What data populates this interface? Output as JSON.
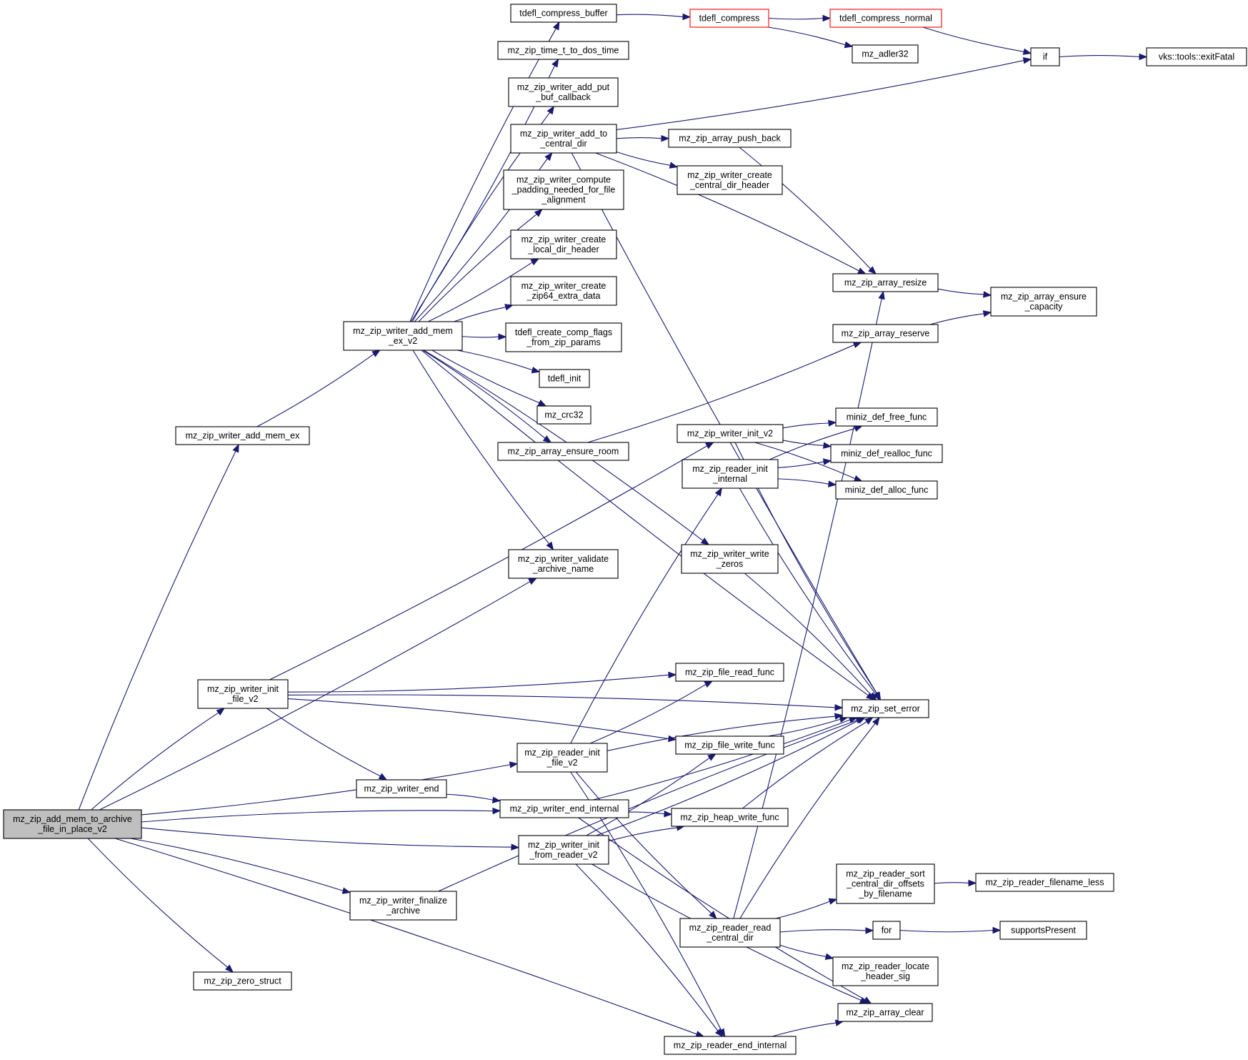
{
  "nodes": [
    {
      "id": "root",
      "lines": [
        "mz_zip_add_mem_to_archive",
        "_file_in_place_v2"
      ],
      "root": true
    },
    {
      "id": "add_mem_ex",
      "lines": [
        "mz_zip_writer_add_mem_ex"
      ]
    },
    {
      "id": "add_mem_ex_v2",
      "lines": [
        "mz_zip_writer_add_mem",
        "_ex_v2"
      ]
    },
    {
      "id": "tcb",
      "lines": [
        "tdefl_compress_buffer"
      ]
    },
    {
      "id": "ttd",
      "lines": [
        "mz_zip_time_t_to_dos_time"
      ]
    },
    {
      "id": "wapbc",
      "lines": [
        "mz_zip_writer_add_put",
        "_buf_callback"
      ]
    },
    {
      "id": "watcd",
      "lines": [
        "mz_zip_writer_add_to",
        "_central_dir"
      ]
    },
    {
      "id": "wcpn",
      "lines": [
        "mz_zip_writer_compute",
        "_padding_needed_for_file",
        "_alignment"
      ]
    },
    {
      "id": "wcldh",
      "lines": [
        "mz_zip_writer_create",
        "_local_dir_header"
      ]
    },
    {
      "id": "wcz64",
      "lines": [
        "mz_zip_writer_create",
        "_zip64_extra_data"
      ]
    },
    {
      "id": "tccf",
      "lines": [
        "tdefl_create_comp_flags",
        "_from_zip_params"
      ]
    },
    {
      "id": "tinit",
      "lines": [
        "tdefl_init"
      ]
    },
    {
      "id": "crc32",
      "lines": [
        "mz_crc32"
      ]
    },
    {
      "id": "aer",
      "lines": [
        "mz_zip_array_ensure_room"
      ]
    },
    {
      "id": "wvan",
      "lines": [
        "mz_zip_writer_validate",
        "_archive_name"
      ]
    },
    {
      "id": "tcomp",
      "lines": [
        "tdefl_compress"
      ],
      "truncated": true
    },
    {
      "id": "tcn",
      "lines": [
        "tdefl_compress_normal"
      ],
      "truncated": true
    },
    {
      "id": "adler",
      "lines": [
        "mz_adler32"
      ]
    },
    {
      "id": "if",
      "lines": [
        "if"
      ]
    },
    {
      "id": "exitf",
      "lines": [
        "vks::tools::exitFatal"
      ]
    },
    {
      "id": "apb",
      "lines": [
        "mz_zip_array_push_back"
      ]
    },
    {
      "id": "wccdh",
      "lines": [
        "mz_zip_writer_create",
        "_central_dir_header"
      ]
    },
    {
      "id": "ares",
      "lines": [
        "mz_zip_array_resize"
      ]
    },
    {
      "id": "aec",
      "lines": [
        "mz_zip_array_ensure",
        "_capacity"
      ]
    },
    {
      "id": "arsv",
      "lines": [
        "mz_zip_array_reserve"
      ]
    },
    {
      "id": "winitv2",
      "lines": [
        "mz_zip_writer_init_v2"
      ]
    },
    {
      "id": "rii",
      "lines": [
        "mz_zip_reader_init",
        "_internal"
      ]
    },
    {
      "id": "dfree",
      "lines": [
        "miniz_def_free_func"
      ]
    },
    {
      "id": "drealloc",
      "lines": [
        "miniz_def_realloc_func"
      ]
    },
    {
      "id": "dalloc",
      "lines": [
        "miniz_def_alloc_func"
      ]
    },
    {
      "id": "wwz",
      "lines": [
        "mz_zip_writer_write",
        "_zeros"
      ]
    },
    {
      "id": "wifv2",
      "lines": [
        "mz_zip_writer_init",
        "_file_v2"
      ]
    },
    {
      "id": "frf",
      "lines": [
        "mz_zip_file_read_func"
      ]
    },
    {
      "id": "seterr",
      "lines": [
        "mz_zip_set_error"
      ]
    },
    {
      "id": "fwf",
      "lines": [
        "mz_zip_file_write_func"
      ]
    },
    {
      "id": "rifv2",
      "lines": [
        "mz_zip_reader_init",
        "_file_v2"
      ]
    },
    {
      "id": "wend",
      "lines": [
        "mz_zip_writer_end"
      ]
    },
    {
      "id": "wei",
      "lines": [
        "mz_zip_writer_end_internal"
      ]
    },
    {
      "id": "hwf",
      "lines": [
        "mz_zip_heap_write_func"
      ]
    },
    {
      "id": "wifrv2",
      "lines": [
        "mz_zip_writer_init",
        "_from_reader_v2"
      ]
    },
    {
      "id": "wfa",
      "lines": [
        "mz_zip_writer_finalize",
        "_archive"
      ]
    },
    {
      "id": "rsort",
      "lines": [
        "mz_zip_reader_sort",
        "_central_dir_offsets",
        "_by_filename"
      ]
    },
    {
      "id": "rfnl",
      "lines": [
        "mz_zip_reader_filename_less"
      ]
    },
    {
      "id": "for",
      "lines": [
        "for"
      ]
    },
    {
      "id": "supp",
      "lines": [
        "supportsPresent"
      ]
    },
    {
      "id": "rrcd",
      "lines": [
        "mz_zip_reader_read",
        "_central_dir"
      ]
    },
    {
      "id": "rlhs",
      "lines": [
        "mz_zip_reader_locate",
        "_header_sig"
      ]
    },
    {
      "id": "zstruct",
      "lines": [
        "mz_zip_zero_struct"
      ]
    },
    {
      "id": "aclear",
      "lines": [
        "mz_zip_array_clear"
      ]
    },
    {
      "id": "rei",
      "lines": [
        "mz_zip_reader_end_internal"
      ]
    }
  ],
  "edges": [
    [
      "root",
      "add_mem_ex"
    ],
    [
      "root",
      "wvan"
    ],
    [
      "root",
      "wifv2"
    ],
    [
      "root",
      "rifv2"
    ],
    [
      "root",
      "wei"
    ],
    [
      "root",
      "wifrv2"
    ],
    [
      "root",
      "wfa"
    ],
    [
      "root",
      "zstruct"
    ],
    [
      "root",
      "rei"
    ],
    [
      "add_mem_ex",
      "add_mem_ex_v2"
    ],
    [
      "add_mem_ex_v2",
      "tcb"
    ],
    [
      "add_mem_ex_v2",
      "ttd"
    ],
    [
      "add_mem_ex_v2",
      "wapbc"
    ],
    [
      "add_mem_ex_v2",
      "watcd"
    ],
    [
      "add_mem_ex_v2",
      "wcpn"
    ],
    [
      "add_mem_ex_v2",
      "wcldh"
    ],
    [
      "add_mem_ex_v2",
      "wcz64"
    ],
    [
      "add_mem_ex_v2",
      "tccf"
    ],
    [
      "add_mem_ex_v2",
      "tinit"
    ],
    [
      "add_mem_ex_v2",
      "crc32"
    ],
    [
      "add_mem_ex_v2",
      "aer"
    ],
    [
      "add_mem_ex_v2",
      "wvan"
    ],
    [
      "add_mem_ex_v2",
      "wwz"
    ],
    [
      "add_mem_ex_v2",
      "seterr"
    ],
    [
      "tcb",
      "tcomp"
    ],
    [
      "tcomp",
      "tcn"
    ],
    [
      "tcomp",
      "adler"
    ],
    [
      "tcn",
      "if"
    ],
    [
      "if",
      "exitf"
    ],
    [
      "watcd",
      "if"
    ],
    [
      "watcd",
      "apb"
    ],
    [
      "watcd",
      "wccdh"
    ],
    [
      "watcd",
      "ares"
    ],
    [
      "watcd",
      "seterr"
    ],
    [
      "apb",
      "ares"
    ],
    [
      "ares",
      "aec"
    ],
    [
      "arsv",
      "aec"
    ],
    [
      "aer",
      "arsv"
    ],
    [
      "winitv2",
      "dfree"
    ],
    [
      "winitv2",
      "drealloc"
    ],
    [
      "winitv2",
      "dalloc"
    ],
    [
      "winitv2",
      "seterr"
    ],
    [
      "rii",
      "dfree"
    ],
    [
      "rii",
      "drealloc"
    ],
    [
      "rii",
      "dalloc"
    ],
    [
      "rii",
      "seterr"
    ],
    [
      "wwz",
      "seterr"
    ],
    [
      "wifv2",
      "winitv2"
    ],
    [
      "wifv2",
      "seterr"
    ],
    [
      "wifv2",
      "frf"
    ],
    [
      "wifv2",
      "fwf"
    ],
    [
      "wifv2",
      "wend"
    ],
    [
      "rifv2",
      "rii"
    ],
    [
      "rifv2",
      "frf"
    ],
    [
      "rifv2",
      "seterr"
    ],
    [
      "rifv2",
      "rrcd"
    ],
    [
      "rifv2",
      "rei"
    ],
    [
      "fwf",
      "seterr"
    ],
    [
      "wend",
      "wei"
    ],
    [
      "wei",
      "seterr"
    ],
    [
      "wei",
      "hwf"
    ],
    [
      "wei",
      "aclear"
    ],
    [
      "hwf",
      "seterr"
    ],
    [
      "wifrv2",
      "fwf"
    ],
    [
      "wifrv2",
      "hwf"
    ],
    [
      "wifrv2",
      "seterr"
    ],
    [
      "wifrv2",
      "rei"
    ],
    [
      "wifrv2",
      "aclear"
    ],
    [
      "wfa",
      "seterr"
    ],
    [
      "rrcd",
      "ares"
    ],
    [
      "rrcd",
      "seterr"
    ],
    [
      "rrcd",
      "rsort"
    ],
    [
      "rrcd",
      "for"
    ],
    [
      "rrcd",
      "rlhs"
    ],
    [
      "rsort",
      "rfnl"
    ],
    [
      "for",
      "supp"
    ],
    [
      "rei",
      "aclear"
    ]
  ]
}
